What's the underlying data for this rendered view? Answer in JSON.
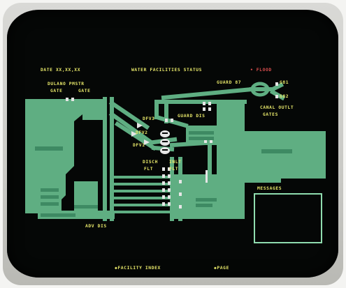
{
  "header": {
    "date_label": "DATE  XX,XX,XX",
    "title": "WATER FACILITIES STATUS",
    "alert": "• FLOOD"
  },
  "labels": {
    "dulano": "DULANO PMSTR",
    "gate1": "GATE",
    "gate2": "GATE",
    "guard_87": "GUARD 87",
    "g81": "G81",
    "g82": "G82",
    "canal": "CANAL OUTLT",
    "gates": "GATES",
    "dfv3": "DFV3",
    "dfv2": "DFV2",
    "dfv1": "DFV1",
    "guard_dis": "GUARD DIS",
    "disch": "DISCH",
    "inlt": "INLT",
    "flt1": "FLT",
    "flt2": "FLT",
    "adv_dis": "ADV DIS",
    "messages": "MESSAGES"
  },
  "footer": {
    "facility_index": "◆FACILITY INDEX",
    "page": "◆PAGE"
  },
  "colors": {
    "screen": "#050706",
    "green": "#5fae82",
    "text": "#e8e86a",
    "alert": "#e05050",
    "outline": "#8fdcae",
    "valve": "#e6e6e6"
  }
}
